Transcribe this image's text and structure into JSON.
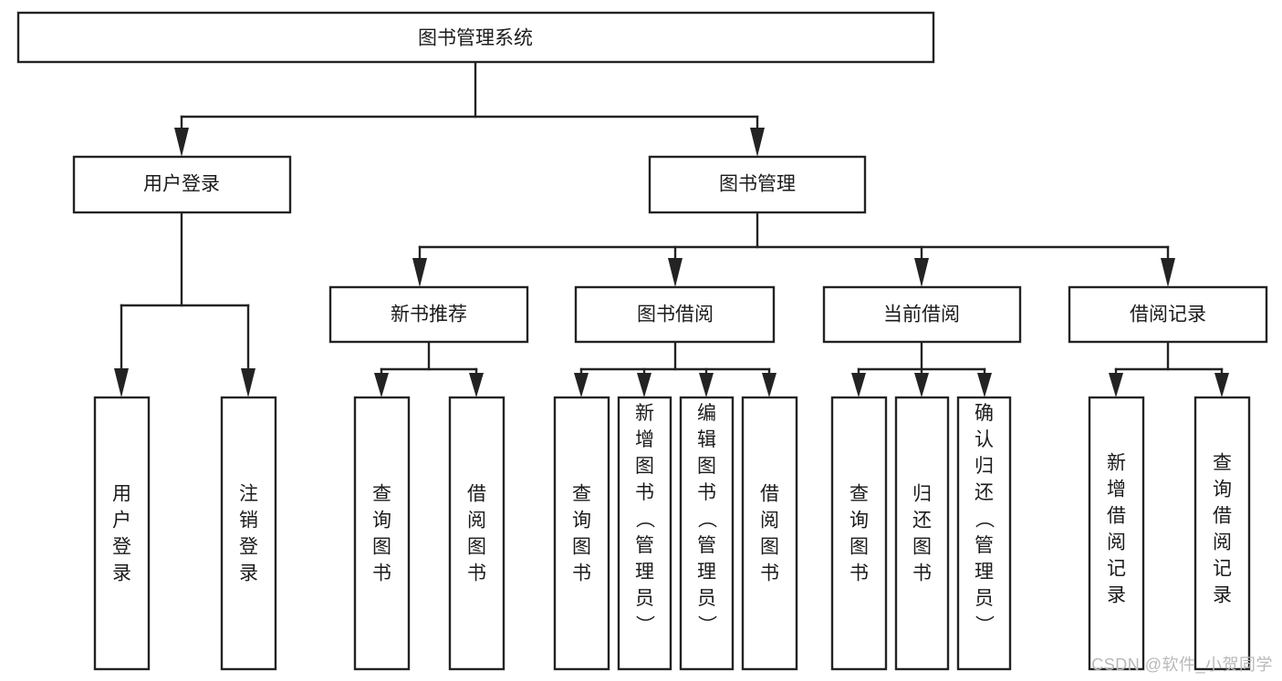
{
  "diagram": {
    "type": "tree-hierarchy",
    "title": "图书管理系统",
    "watermark": "CSDN @软件_小贺同学",
    "colors": {
      "box_fill": "#ffffff",
      "box_stroke": "#232323",
      "text": "#1b1b1b",
      "watermark": "#b9b9b9",
      "background": "#ffffff"
    },
    "levels": {
      "root": {
        "label": "图书管理系统",
        "orientation": "horizontal"
      },
      "level2": [
        {
          "label": "用户登录",
          "orientation": "horizontal"
        },
        {
          "label": "图书管理",
          "orientation": "horizontal"
        }
      ],
      "level3": [
        {
          "label": "新书推荐",
          "orientation": "horizontal",
          "parent": "图书管理"
        },
        {
          "label": "图书借阅",
          "orientation": "horizontal",
          "parent": "图书管理"
        },
        {
          "label": "当前借阅",
          "orientation": "horizontal",
          "parent": "图书管理"
        },
        {
          "label": "借阅记录",
          "orientation": "horizontal",
          "parent": "图书管理"
        }
      ],
      "leaves": [
        {
          "label": "用户登录",
          "chars": [
            "用",
            "户",
            "登",
            "录"
          ],
          "parent": "用户登录",
          "orientation": "vertical"
        },
        {
          "label": "注销登录",
          "chars": [
            "注",
            "销",
            "登",
            "录"
          ],
          "parent": "用户登录",
          "orientation": "vertical"
        },
        {
          "label": "查询图书",
          "chars": [
            "查",
            "询",
            "图",
            "书"
          ],
          "parent": "新书推荐",
          "orientation": "vertical"
        },
        {
          "label": "借阅图书",
          "chars": [
            "借",
            "阅",
            "图",
            "书"
          ],
          "parent": "新书推荐",
          "orientation": "vertical"
        },
        {
          "label": "查询图书",
          "chars": [
            "查",
            "询",
            "图",
            "书"
          ],
          "parent": "图书借阅",
          "orientation": "vertical"
        },
        {
          "label": "新增图书（管理员）",
          "chars": [
            "新",
            "增",
            "图",
            "书",
            "（",
            "管",
            "理",
            "员",
            "）"
          ],
          "parent": "图书借阅",
          "orientation": "vertical"
        },
        {
          "label": "编辑图书（管理员）",
          "chars": [
            "编",
            "辑",
            "图",
            "书",
            "（",
            "管",
            "理",
            "员",
            "）"
          ],
          "parent": "图书借阅",
          "orientation": "vertical"
        },
        {
          "label": "借阅图书",
          "chars": [
            "借",
            "阅",
            "图",
            "书"
          ],
          "parent": "图书借阅",
          "orientation": "vertical"
        },
        {
          "label": "查询图书",
          "chars": [
            "查",
            "询",
            "图",
            "书"
          ],
          "parent": "当前借阅",
          "orientation": "vertical"
        },
        {
          "label": "归还图书",
          "chars": [
            "归",
            "还",
            "图",
            "书"
          ],
          "parent": "当前借阅",
          "orientation": "vertical"
        },
        {
          "label": "确认归还（管理员）",
          "chars": [
            "确",
            "认",
            "归",
            "还",
            "（",
            "管",
            "理",
            "员",
            "）"
          ],
          "parent": "当前借阅",
          "orientation": "vertical"
        },
        {
          "label": "新增借阅记录",
          "chars": [
            "新",
            "增",
            "借",
            "阅",
            "记",
            "录"
          ],
          "parent": "借阅记录",
          "orientation": "vertical"
        },
        {
          "label": "查询借阅记录",
          "chars": [
            "查",
            "询",
            "借",
            "阅",
            "记",
            "录"
          ],
          "parent": "借阅记录",
          "orientation": "vertical"
        }
      ]
    }
  }
}
